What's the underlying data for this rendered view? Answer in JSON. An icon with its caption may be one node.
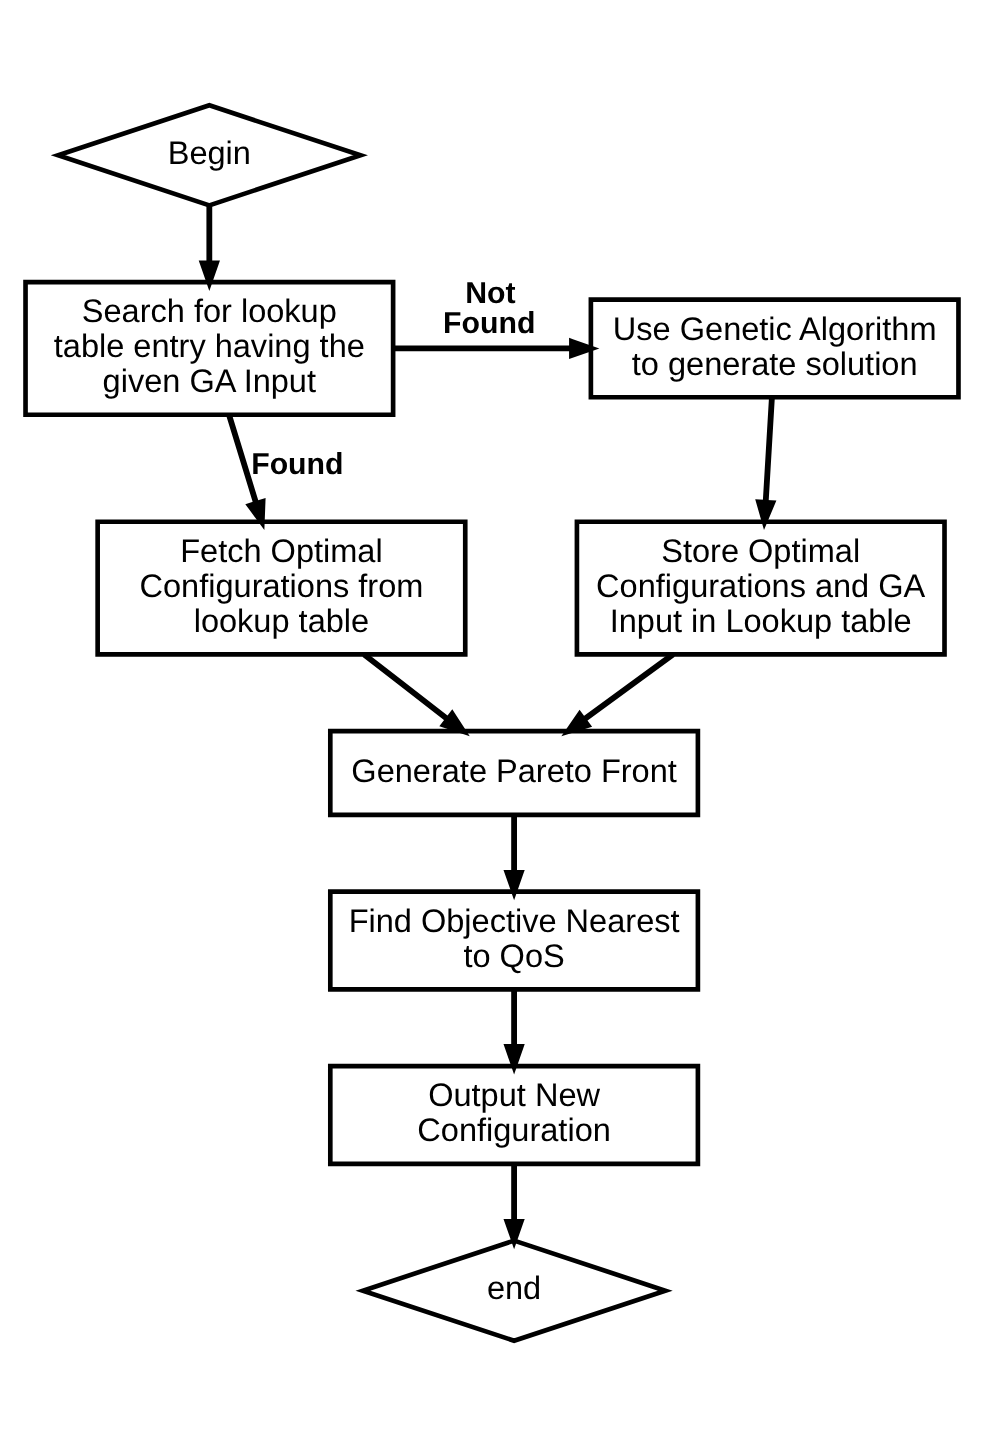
{
  "diagram": {
    "nodes": [
      {
        "text": [
          "Begin"
        ]
      },
      {
        "text": [
          "Search for lookup table entry having the given GA Input"
        ]
      },
      {
        "text": [
          "Use Genetic Algorithm to generate solution"
        ]
      },
      {
        "text": [
          "Fetch Optimal Configurations from lookup table"
        ]
      },
      {
        "text": [
          "Store Optimal Configurations and GA Input in Lookup table"
        ]
      },
      {
        "text": [
          "Generate Pareto Front"
        ]
      },
      {
        "text": [
          "Find Objective Nearest to QoS"
        ]
      },
      {
        "text": [
          "Output New Configuration"
        ]
      },
      {
        "text": [
          "end"
        ]
      }
    ],
    "edges": [
      {
        "from": 0,
        "to": 1,
        "arrow": "to"
      },
      {
        "from": 1,
        "to": 2,
        "arrow": "to",
        "label": "Not Found"
      },
      {
        "from": 1,
        "to": 3,
        "arrow": "to",
        "label": "Found"
      },
      {
        "from": 2,
        "to": 4,
        "arrow": "to"
      },
      {
        "from": 3,
        "to": 5,
        "arrow": "to"
      },
      {
        "from": 4,
        "to": 5,
        "arrow": "to"
      },
      {
        "from": 5,
        "to": 6,
        "arrow": "to"
      },
      {
        "from": 6,
        "to": 7,
        "arrow": "to"
      },
      {
        "from": 7,
        "to": 8,
        "arrow": "to"
      }
    ]
  }
}
